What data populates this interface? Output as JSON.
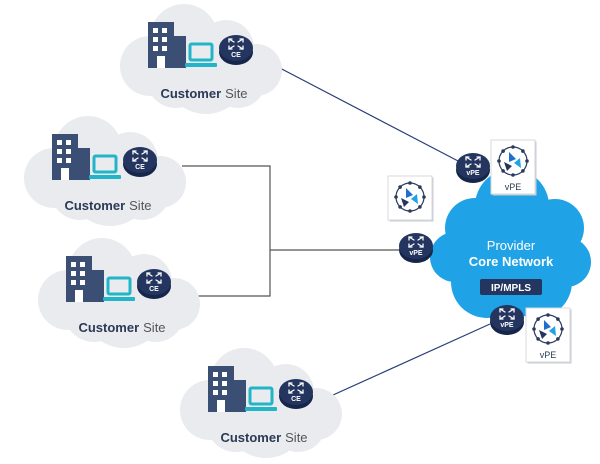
{
  "site_label": {
    "bold": "Customer",
    "regular": "Site"
  },
  "router_badges": {
    "ce": "CE",
    "vpe": "vPE"
  },
  "core": {
    "line1": "Provider",
    "line2": "Core Network",
    "tag": "IP/MPLS"
  },
  "colors": {
    "cloud_light": "#e9ebee",
    "cloud_blue": "#1fa3e6",
    "router_navy": "#24365f",
    "router_blue": "#1e6fd0",
    "building": "#3a4f73",
    "laptop": "#21b5c7",
    "link_navy": "#2a3f7a",
    "link_gray": "#555555"
  },
  "icons": {
    "building": "office-building-icon",
    "laptop": "laptop-icon",
    "router": "router-arrows-icon",
    "orchestrator": "orchestrator-dots-icon"
  }
}
